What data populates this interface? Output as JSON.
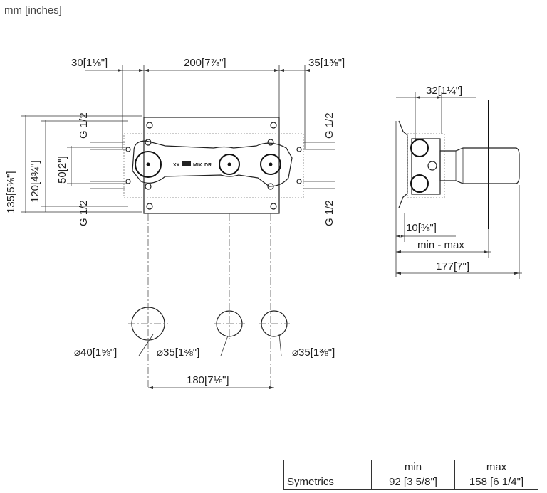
{
  "units_label": "mm [inches]",
  "front_view": {
    "dim_top_left": "30",
    "dim_top_left_in_whole": "1",
    "dim_top_left_in_frac": "⅛",
    "dim_top_mid": "200",
    "dim_top_mid_in_whole": "7",
    "dim_top_mid_in_frac": "⅞",
    "dim_top_right": "35",
    "dim_top_right_in_whole": "1",
    "dim_top_right_in_frac": "⅜",
    "dim_height_total": "135",
    "dim_height_total_in_whole": "5",
    "dim_height_total_in_frac": "⅜",
    "dim_height_mid": "120",
    "dim_height_mid_in_whole": "4",
    "dim_height_mid_in_frac": "¾",
    "dim_height_inner": "50",
    "dim_height_inner_in": "2",
    "thread_label": "G 1/2",
    "plate_text_1": "XX",
    "plate_text_2": "MIX",
    "plate_text_3": "DR"
  },
  "rosettes": {
    "d1": "40",
    "d1_in_whole": "1",
    "d1_in_frac": "⅝",
    "d2": "35",
    "d2_in_whole": "1",
    "d2_in_frac": "⅜",
    "d3": "35",
    "d3_in_whole": "1",
    "d3_in_frac": "⅜",
    "spacing": "180",
    "spacing_in_whole": "7",
    "spacing_in_frac": "⅛"
  },
  "side_view": {
    "dim_top": "32",
    "dim_top_in_whole": "1",
    "dim_top_in_frac": "¼",
    "dim_offset": "10",
    "dim_offset_in_frac": "⅜",
    "range_label": "min - max",
    "dim_total": "177",
    "dim_total_in": "7"
  },
  "table": {
    "header_min": "min",
    "header_max": "max",
    "row_label": "Symetrics",
    "min_value": "92 [3 5/8\"]",
    "max_value": "158 [6 1/4\"]"
  }
}
